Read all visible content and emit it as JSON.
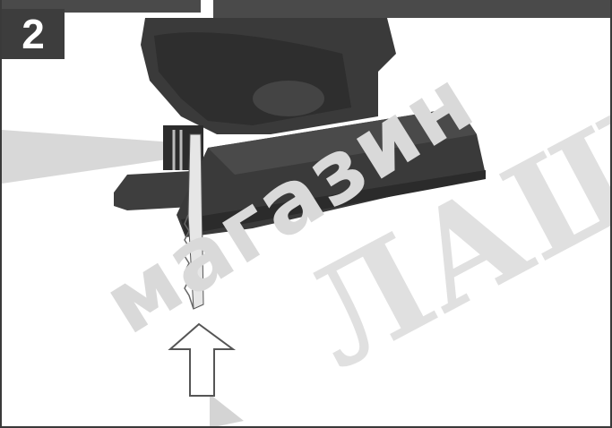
{
  "step": {
    "number": "2"
  },
  "watermark": {
    "line1": "магазин",
    "line2": "ЛАШ М"
  },
  "colors": {
    "tool_body": "#3a3a3a",
    "tool_shade": "#2a2a2a",
    "frame": "#3a3a3a",
    "blade": "#e6e6e6",
    "arrow": "#c8c8c8"
  }
}
